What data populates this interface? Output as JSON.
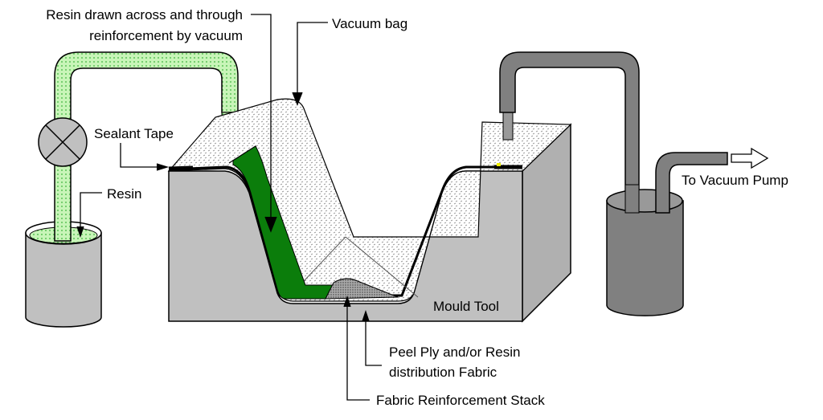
{
  "labels": {
    "resin_drawn_line1": "Resin drawn across and through",
    "resin_drawn_line2": "reinforcement by vacuum",
    "vacuum_bag": "Vacuum bag",
    "sealant_tape": "Sealant Tape",
    "resin": "Resin",
    "to_vacuum_pump": "To Vacuum Pump",
    "mould_tool": "Mould Tool",
    "peel_ply_line1": "Peel Ply and/or Resin",
    "peel_ply_line2": "distribution Fabric",
    "fabric_stack": "Fabric Reinforcement Stack"
  },
  "colors": {
    "resin_green": "#0b7d0b",
    "pipe_green": "#b8f0a8",
    "mould_gray": "#c0c0c0",
    "pump_gray": "#808080"
  }
}
